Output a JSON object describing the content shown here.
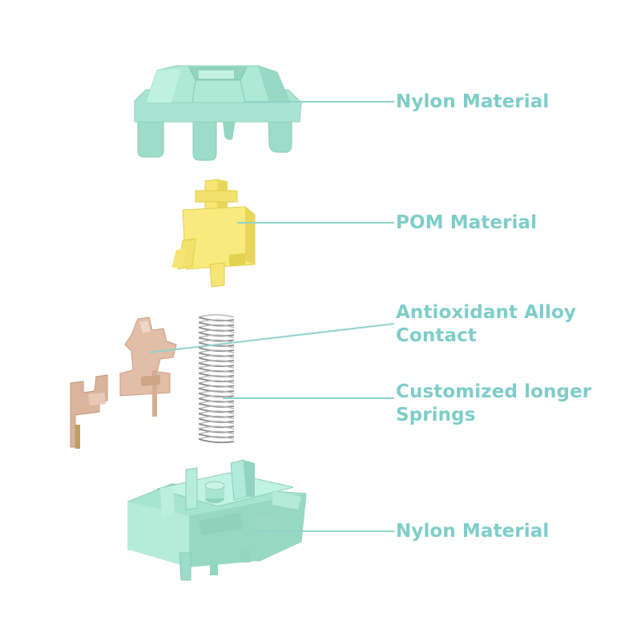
{
  "colors": {
    "nylon": "#a7e6d3",
    "nylon_shade": "#8fd6c0",
    "pom": "#f5e77a",
    "pom_shade": "#e4d24e",
    "alloy": "#dcb79e",
    "alloy_shade": "#c8997a",
    "spring": "#8a8a8a",
    "label_text": "#7ecdc9",
    "leader_line": "#8fd3cd"
  },
  "parts": {
    "top_housing": {
      "label": "Nylon Material",
      "icon": "switch-top-housing"
    },
    "stem": {
      "label": "POM Material",
      "icon": "switch-stem"
    },
    "contact": {
      "label_line1": "Antioxidant Alloy",
      "label_line2": "Contact",
      "icon": "metal-contact-leaves"
    },
    "spring": {
      "label_line1": "Customized longer",
      "label_line2": "Springs",
      "icon": "coil-spring"
    },
    "bottom_housing": {
      "label": "Nylon Material",
      "icon": "switch-bottom-housing"
    }
  }
}
